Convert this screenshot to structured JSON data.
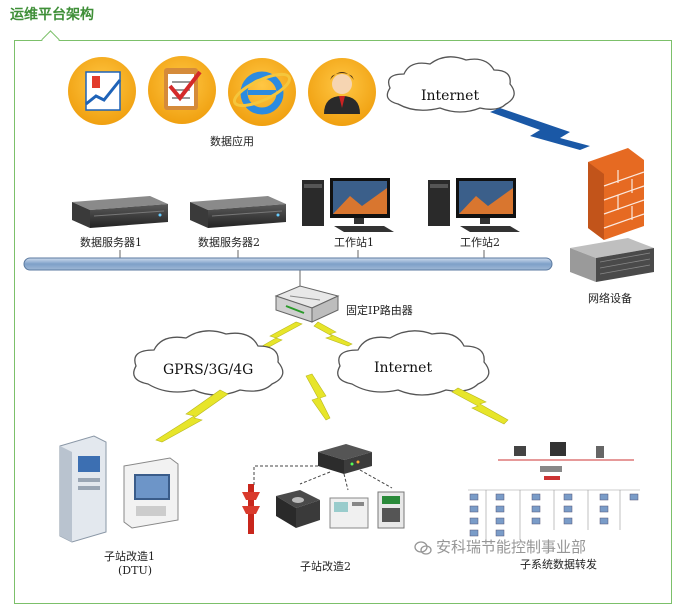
{
  "header": {
    "title": "运维平台架构"
  },
  "labels": {
    "data_app": "数据应用",
    "server1": "数据服务器1",
    "server2": "数据服务器2",
    "ws1": "工作站1",
    "ws2": "工作站2",
    "network_device": "网络设备",
    "router": "固定IP路由器",
    "substation1": "子站改造1",
    "substation1_sub": "(DTU)",
    "substation2": "子站改造2",
    "subsystem": "子系统数据转发"
  },
  "clouds": {
    "top": "Internet",
    "left": "GPRS/3G/4G",
    "right": "Internet"
  },
  "watermark": "安科瑞节能控制事业部",
  "colors": {
    "accent_green": "#3f8f38",
    "icon_orange": "#f2a818",
    "bus_blue": "#6f94bf",
    "lightning_yellow": "#e7e52a",
    "lightning_blue": "#1a58a6",
    "firewall_orange": "#ef7f2f"
  }
}
